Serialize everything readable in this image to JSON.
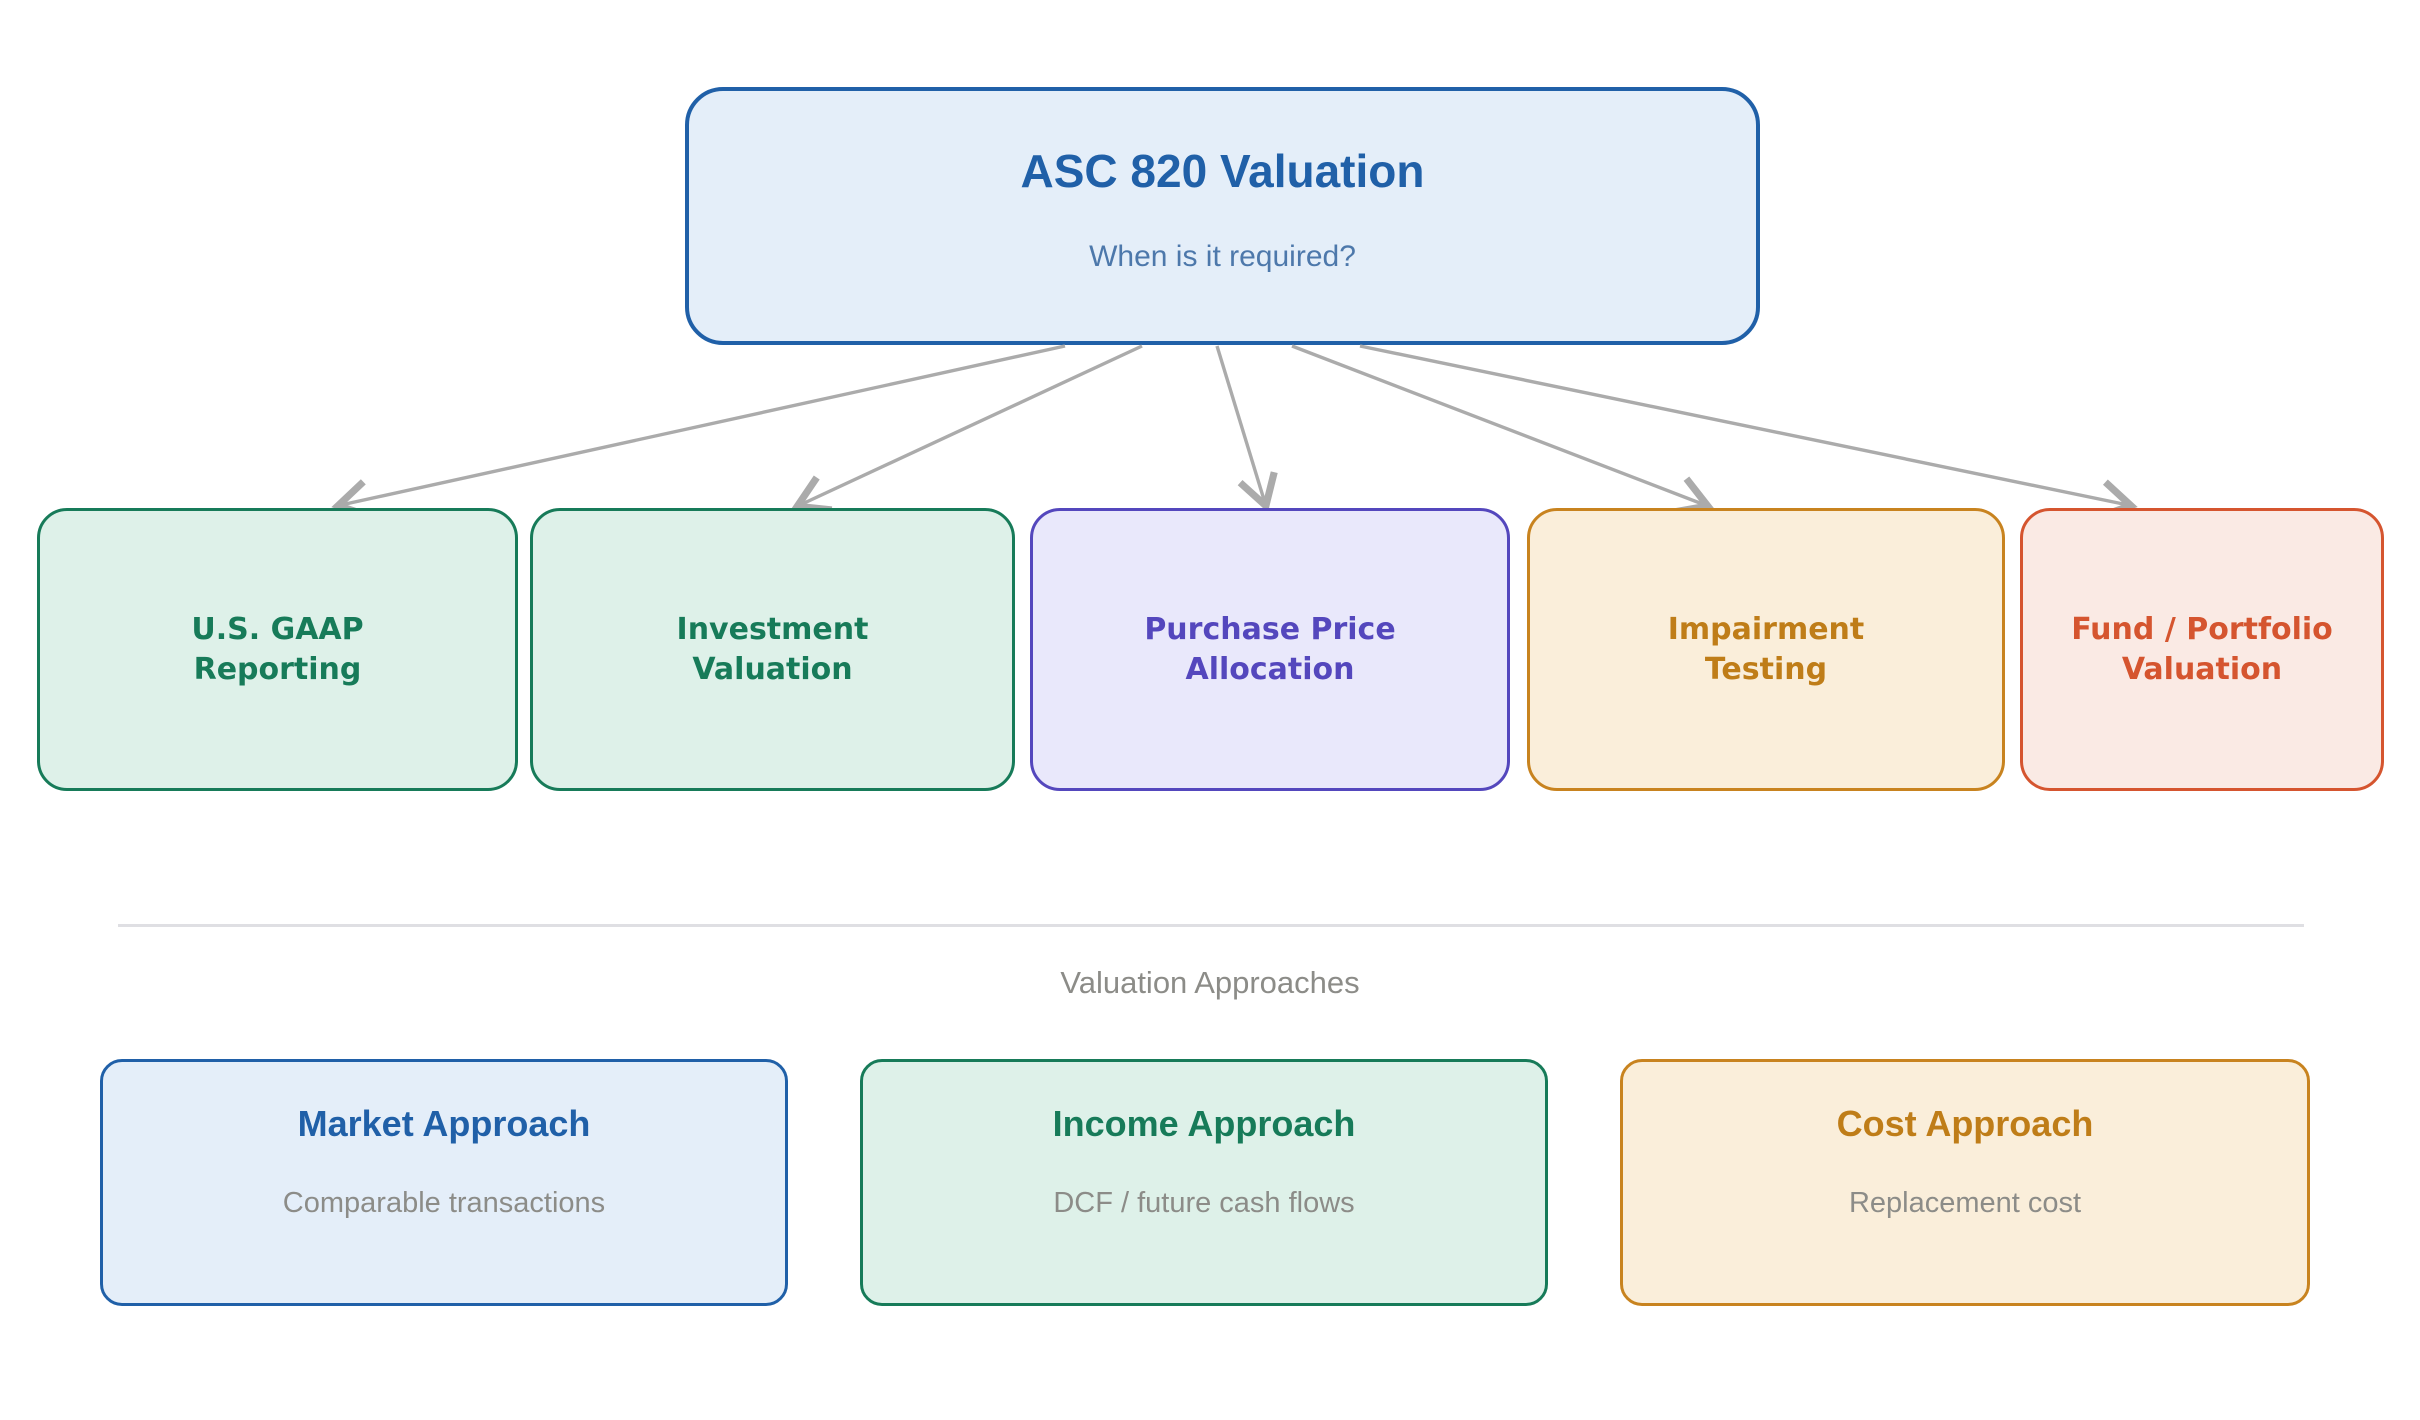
{
  "page": {
    "background_color": "#ffffff",
    "connector_color": "#ababab",
    "divider_color": "#dfdfe3"
  },
  "root_node": {
    "title": "ASC 820 Valuation",
    "subtitle": "When is it required?",
    "text_color": "#2060a8",
    "subtitle_color": "#4d78ab",
    "bg_color": "#e4eef9",
    "border_color": "#2060a8"
  },
  "trigger_nodes": [
    {
      "line1": "U.S. GAAP",
      "line2": "Reporting",
      "text_color": "#177b59",
      "bg_color": "#def1e9",
      "border_color": "#177b59"
    },
    {
      "line1": "Investment",
      "line2": "Valuation",
      "text_color": "#177b59",
      "bg_color": "#def1e9",
      "border_color": "#177b59"
    },
    {
      "line1": "Purchase Price",
      "line2": "Allocation",
      "text_color": "#5447bd",
      "bg_color": "#e9e8fb",
      "border_color": "#5447bd"
    },
    {
      "line1": "Impairment",
      "line2": "Testing",
      "text_color": "#bf7d18",
      "bg_color": "#faeeda",
      "border_color": "#c8831f"
    },
    {
      "line1": "Fund / Portfolio",
      "line2": "Valuation",
      "text_color": "#d5552f",
      "bg_color": "#faeae4",
      "border_color": "#d5552f"
    }
  ],
  "approaches_section": {
    "label": "Valuation Approaches",
    "label_color": "#8c8c88",
    "nodes": [
      {
        "title": "Market Approach",
        "subtitle": "Comparable transactions",
        "text_color": "#2060a8",
        "bg_color": "#e4eef9",
        "border_color": "#2060a8"
      },
      {
        "title": "Income Approach",
        "subtitle": "DCF / future cash flows",
        "text_color": "#177b59",
        "bg_color": "#def1e9",
        "border_color": "#177b59"
      },
      {
        "title": "Cost Approach",
        "subtitle": "Replacement cost",
        "text_color": "#bf7d18",
        "bg_color": "#faeeda",
        "border_color": "#c8831f"
      }
    ]
  }
}
